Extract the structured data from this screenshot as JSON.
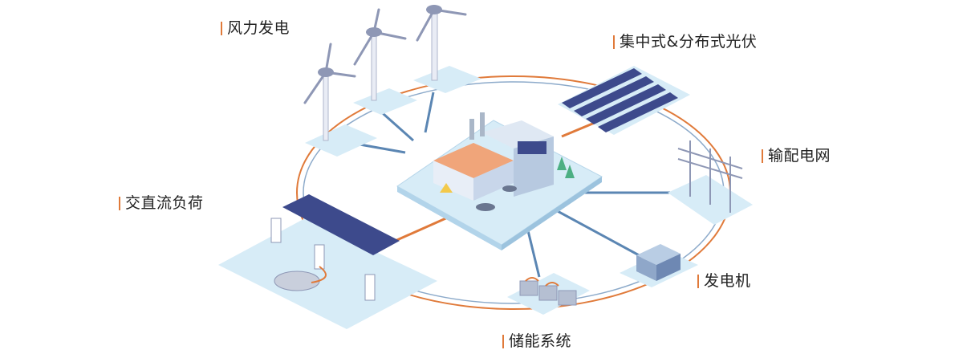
{
  "labels": {
    "wind": "风力发电",
    "pv": "集中式&分布式光伏",
    "grid": "输配电网",
    "load": "交直流负荷",
    "generator": "发电机",
    "storage": "储能系统"
  },
  "colors": {
    "ring": "#e07a3a",
    "link": "#5b86b3",
    "platform": "#cfe6f4",
    "accent": "#e07a3a"
  }
}
